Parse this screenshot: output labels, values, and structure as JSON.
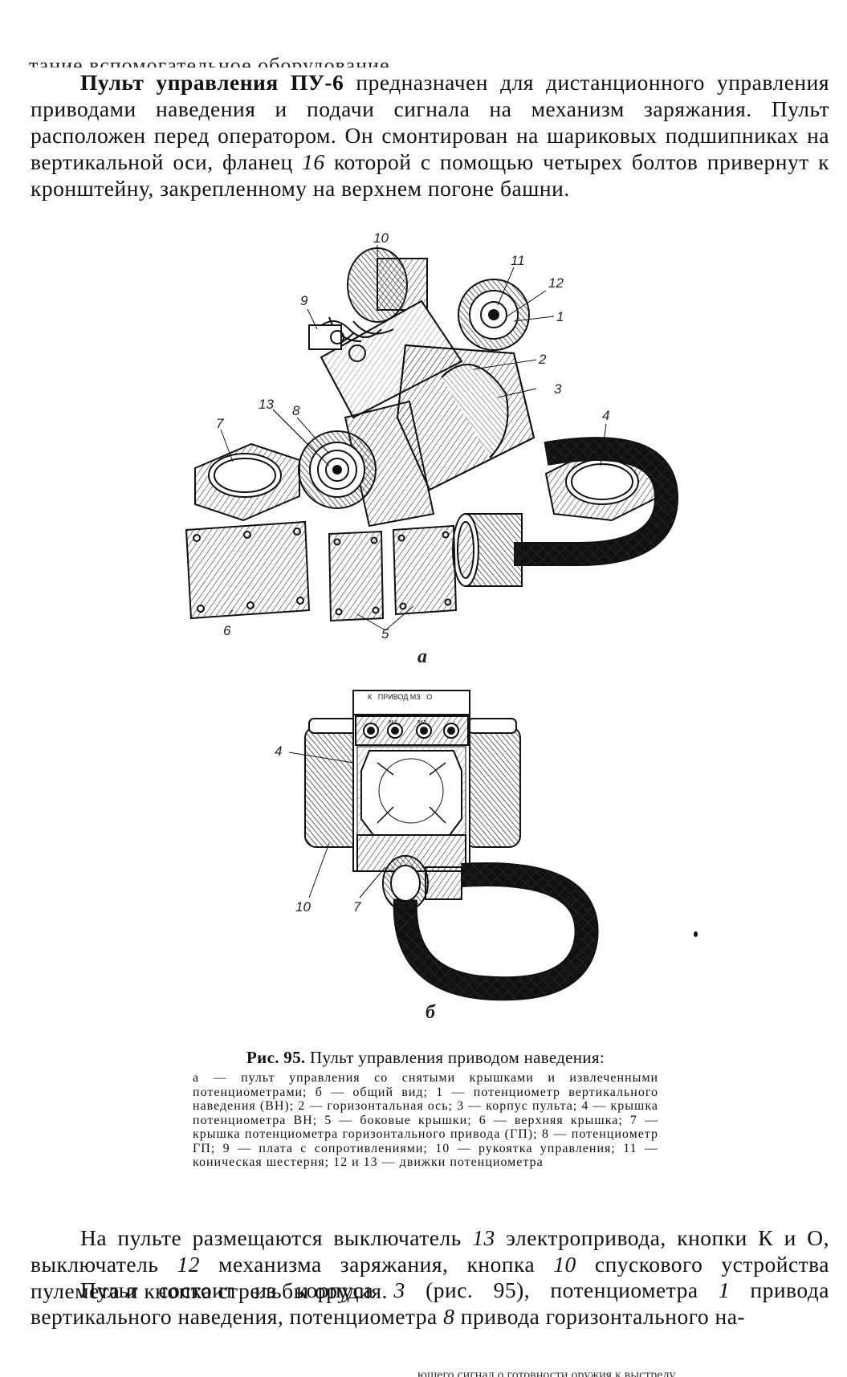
{
  "header_fragment": "тание вспомогательное оборудование.",
  "paragraph1": {
    "bold_lead": "Пульт управления ПУ-6",
    "text_a": " предназначен для дистанционного управления приводами наведения и подачи сигнала на механизм заряжания. Пульт расположен перед оператором. Он смонтирован на шариковых подшипниках на вертикальной оси, фланец ",
    "ref16": "16",
    "text_b": " которой с помощью четырех болтов привернут к кронштейну, закрепленному на верхнем погоне башни."
  },
  "figure": {
    "labels_a": [
      "10",
      "11",
      "12",
      "9",
      "1",
      "2",
      "3",
      "13",
      "8",
      "7",
      "4",
      "6",
      "5"
    ],
    "sub_a": "а",
    "panel_b": {
      "header_text": "К   ПРИВОД МЗ   О",
      "switch_label_1": "вкл",
      "switch_label_2": "вкл"
    },
    "labels_b": [
      "4",
      "10",
      "7"
    ],
    "sub_b": "б"
  },
  "caption": {
    "fig_prefix": "Рис. 95.",
    "title": " Пульт управления приводом наведения:",
    "body": "а — пульт управления со снятыми крышками и извлеченными потенциометрами; б — общий вид; 1 — потенциометр вертикального наведения (ВН); 2 — горизонтальная ось; 3 — корпус пульта; 4 — крышка потенциометра ВН; 5 — боковые крышки; 6 — верхняя крышка; 7 — крышка потенциометра горизонтального привода (ГП); 8 — потенциометр ГП; 9 — плата с сопротивлениями; 10 — рукоятка управления; 11 — коническая шестерня; 12 и 13 — движки потенциометра"
  },
  "paragraph2": {
    "t1": "На пульте размещаются выключатель ",
    "r13": "13",
    "t2": " электропривода, кнопки К и О, выключатель ",
    "r12": "12",
    "t3": " механизма заряжания, кнопка ",
    "r10": "10",
    "t4": " спускового устройства пулемета и кнопка стрельбы орудия."
  },
  "paragraph3": {
    "t1": "Пульт состоит из корпуса ",
    "r3": "3",
    "t2": " (рис. 95), потенциометра ",
    "r1": "1",
    "t3": " привода вертикального наведения, потенциометра ",
    "r8": "8",
    "t4": " привода горизонтального на-"
  },
  "bottom_fragment": "ющего сигнал о готовности оружия к выстрелу"
}
